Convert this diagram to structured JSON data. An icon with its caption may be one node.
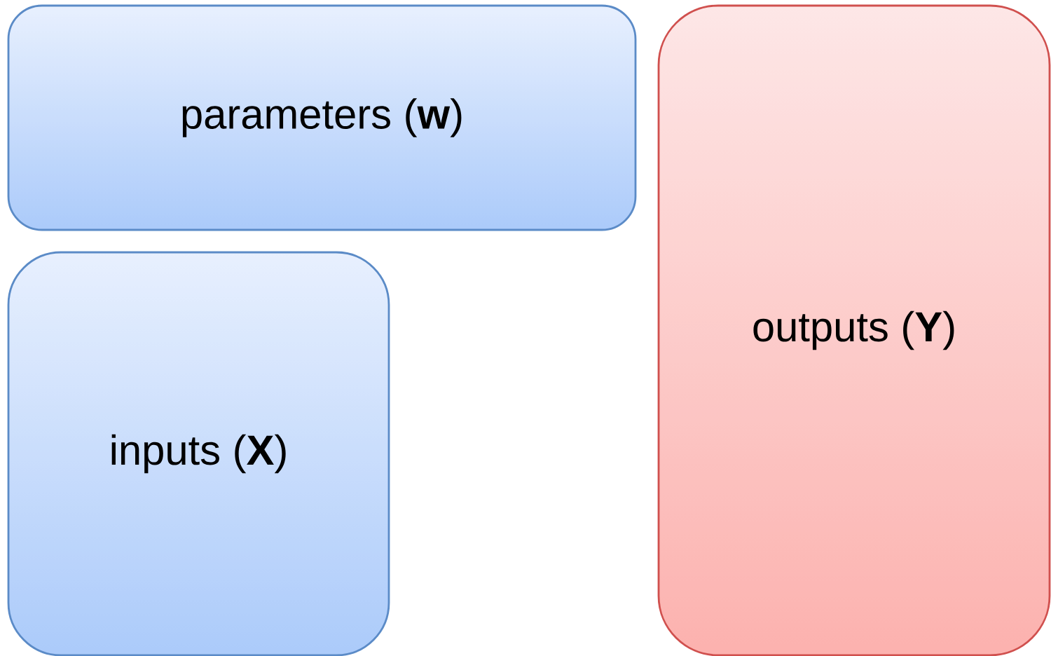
{
  "diagram": {
    "nodes": [
      {
        "text": [
          "parameters (**w**)"
        ]
      },
      {
        "text": [
          "inputs (**X**)"
        ]
      },
      {
        "text": [
          "outputs (**Y**)"
        ]
      }
    ]
  }
}
